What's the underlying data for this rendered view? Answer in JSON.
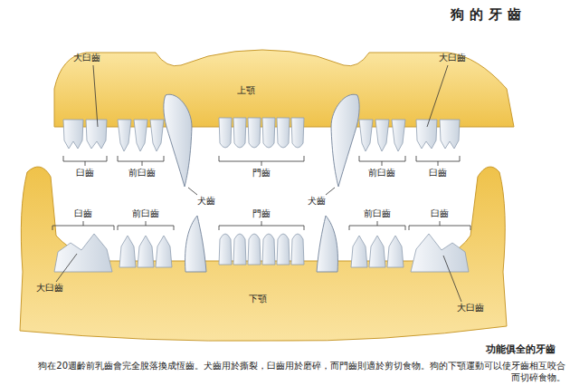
{
  "diagram": {
    "title": "狗的牙齒",
    "labels": [
      "上顎",
      "大臼齒",
      "大臼齒",
      "臼齒",
      "前臼齒",
      "犬齒",
      "門齒",
      "犬齒",
      "前臼齒",
      "臼齒",
      "門齒",
      "臼齒",
      "前臼齒",
      "前臼齒",
      "臼齒",
      "大臼齒",
      "下顎",
      "大臼齒",
      "功能俱全的牙齒",
      "狗在20週齡前乳齒會完全脫落換成恆齒。犬齒用於撕裂，臼齒用於磨碎，而門齒則適於剪切食物。狗的下顎運動可以使牙齒相互咬合而切碎食物。"
    ]
  }
}
